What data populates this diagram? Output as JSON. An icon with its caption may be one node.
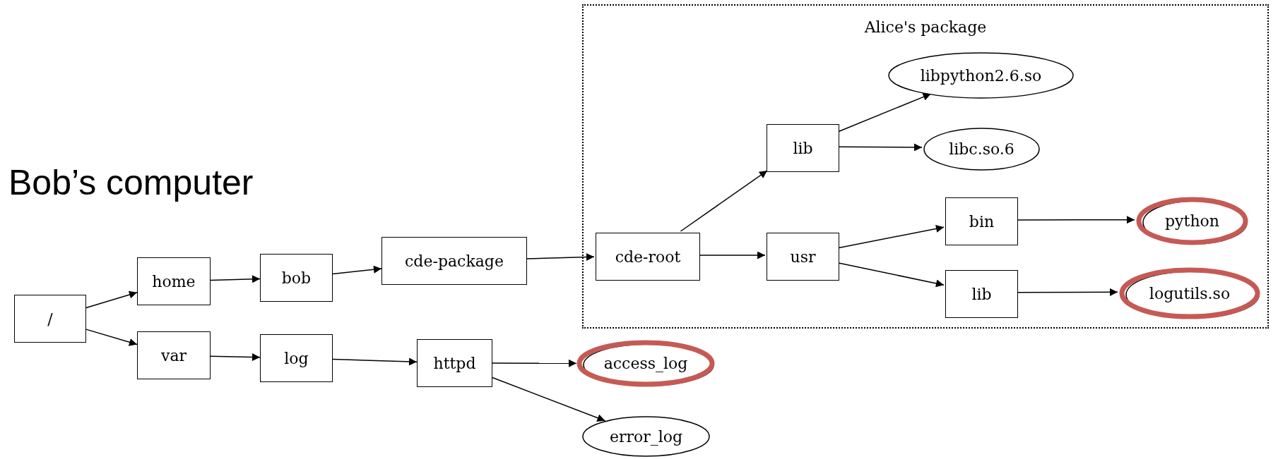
{
  "diagram": {
    "nodes": [
      {
        "text": [
          "/"
        ]
      },
      {
        "text": [
          "home"
        ]
      },
      {
        "text": [
          "var"
        ]
      },
      {
        "text": [
          "bob"
        ]
      },
      {
        "text": [
          "log"
        ]
      },
      {
        "text": [
          "cde-package"
        ]
      },
      {
        "text": [
          "httpd"
        ]
      },
      {
        "text": [
          "access_log"
        ]
      },
      {
        "text": [
          "error_log"
        ]
      },
      {
        "text": [
          "Alice's package"
        ]
      },
      {
        "text": [
          "cde-root"
        ],
        "in": 9
      },
      {
        "text": [
          "lib"
        ],
        "in": 9
      },
      {
        "text": [
          "usr"
        ],
        "in": 9
      },
      {
        "text": [
          "libpython2.6.so"
        ],
        "in": 9
      },
      {
        "text": [
          "libc.so.6"
        ],
        "in": 9
      },
      {
        "text": [
          "bin"
        ],
        "in": 9
      },
      {
        "text": [
          "lib"
        ],
        "in": 9
      },
      {
        "text": [
          "python"
        ],
        "in": 9
      },
      {
        "text": [
          "logutils.so"
        ],
        "in": 9
      }
    ],
    "edges": [
      {
        "from": 0,
        "to": 1,
        "arrow": "to"
      },
      {
        "from": 0,
        "to": 2,
        "arrow": "to"
      },
      {
        "from": 1,
        "to": 3,
        "arrow": "to"
      },
      {
        "from": 2,
        "to": 4,
        "arrow": "to"
      },
      {
        "from": 3,
        "to": 5,
        "arrow": "to"
      },
      {
        "from": 4,
        "to": 6,
        "arrow": "to"
      },
      {
        "from": 6,
        "to": 7,
        "arrow": "to"
      },
      {
        "from": 6,
        "to": 8,
        "arrow": "to"
      },
      {
        "from": 5,
        "to": 10,
        "arrow": "to"
      },
      {
        "from": 10,
        "to": 11,
        "arrow": "to"
      },
      {
        "from": 10,
        "to": 12,
        "arrow": "to"
      },
      {
        "from": 11,
        "to": 13,
        "arrow": "to"
      },
      {
        "from": 11,
        "to": 14,
        "arrow": "to"
      },
      {
        "from": 12,
        "to": 15,
        "arrow": "to"
      },
      {
        "from": 12,
        "to": 16,
        "arrow": "to"
      },
      {
        "from": 15,
        "to": 17,
        "arrow": "to"
      },
      {
        "from": 16,
        "to": 18,
        "arrow": "to"
      }
    ],
    "labels": [
      "Bob’s computer"
    ]
  }
}
